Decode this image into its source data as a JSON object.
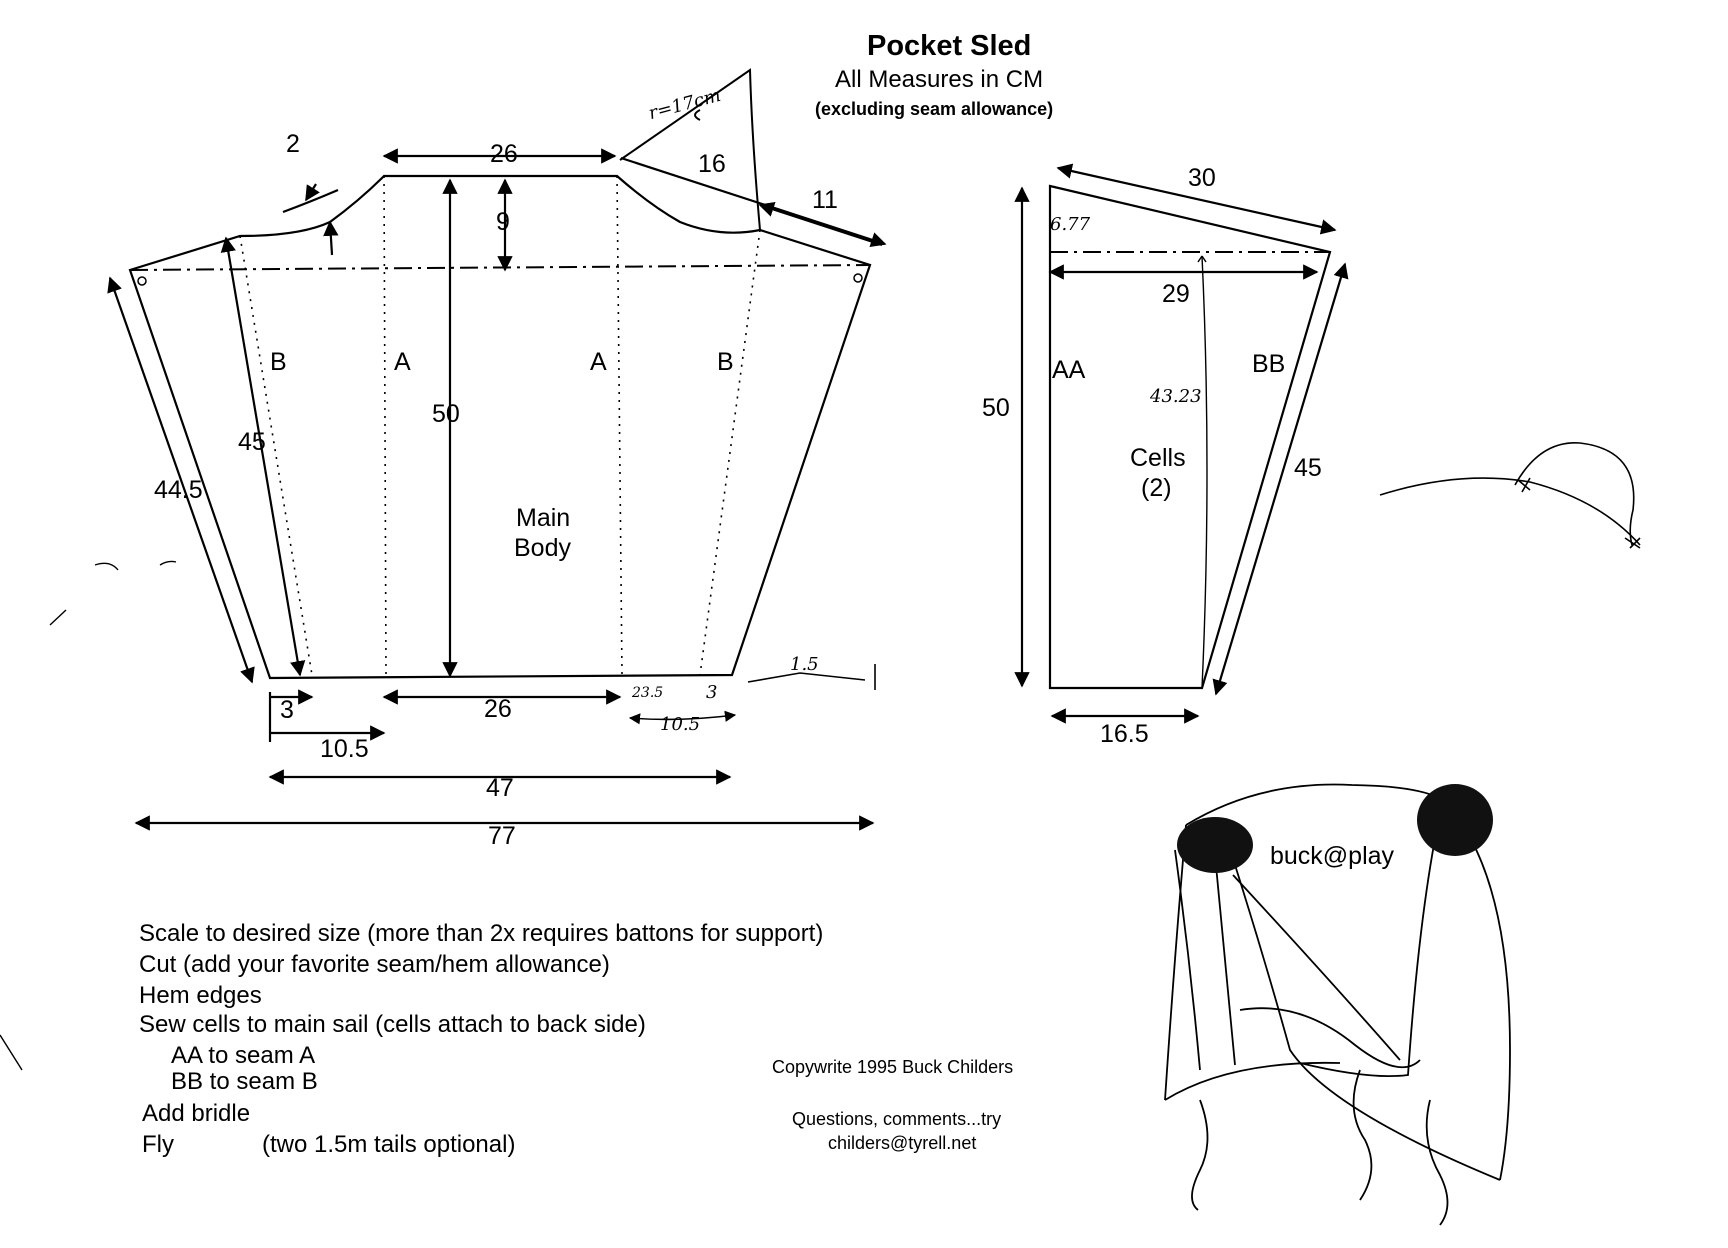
{
  "header": {
    "title": "Pocket Sled",
    "units": "All Measures in CM",
    "note": "(excluding seam allowance)"
  },
  "main_body": {
    "label_line1": "Main",
    "label_line2": "Body",
    "seam_labels": [
      "B",
      "A",
      "A",
      "B"
    ],
    "dims": {
      "top_width": "26",
      "wing_curve_depth": "2",
      "top_drop": "9",
      "wing_segment": "16",
      "wing_outer": "11",
      "center_height": "50",
      "seam_b_length": "45",
      "outer_edge": "44.5",
      "bottom_offset": "3",
      "bottom_center": "26",
      "bottom_left": "10.5",
      "bottom_width": "47",
      "total_span": "77"
    },
    "handwritten": {
      "r_note": "r=17cm",
      "bottom_right_1": "23.5",
      "bottom_right_2": "3",
      "bottom_right_3": "10.5",
      "side_note": "1.5"
    }
  },
  "cells": {
    "label_line1": "Cells",
    "label_line2": "(2)",
    "seam_left": "AA",
    "seam_right": "BB",
    "dims": {
      "top": "30",
      "inner_width": "29",
      "height": "50",
      "outer": "45",
      "bottom": "16.5"
    },
    "handwritten": {
      "corner_note": "6.77",
      "diag_note": "43.23"
    }
  },
  "instructions": [
    "Scale to desired size  (more than 2x requires battons for support)",
    "Cut (add your favorite seam/hem allowance)",
    "Hem edges",
    "Sew cells to main sail (cells attach to back side)",
    "AA to seam A",
    "BB to seam B",
    "Add bridle",
    "Fly",
    "(two 1.5m tails optional)"
  ],
  "credits": {
    "copyright": "Copywrite 1995 Buck Childers",
    "questions": "Questions, comments...try",
    "email": "childers@tyrell.net"
  },
  "sketch": {
    "caption": "buck@play"
  }
}
